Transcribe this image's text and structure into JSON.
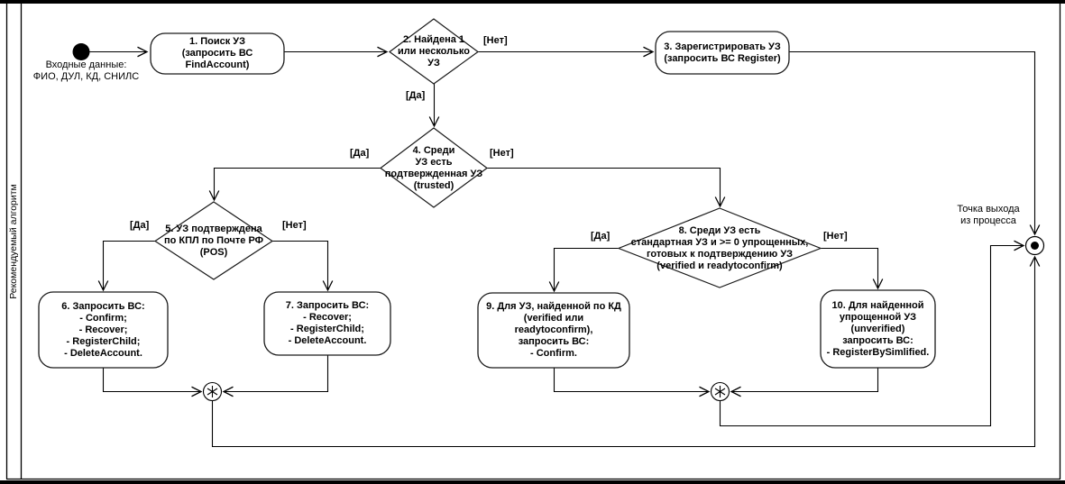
{
  "diagram": {
    "lane_title": "Рекомендуемый алгоритм",
    "start_label": "Входные данные:\nФИО, ДУЛ, КД, СНИЛС",
    "end_label": "Точка выхода\nиз процесса",
    "nodes": {
      "action1": "1. Поиск УЗ\n(запросить ВС FindAccount)",
      "decision2": "2. Найдена 1\nили несколько\nУЗ",
      "action3": "3. Зарегистрировать УЗ\n(запросить ВС Register)",
      "decision4": "4. Среди\nУЗ есть\nподтвержденная УЗ\n(trusted)",
      "decision5": "5. УЗ подтверждена\nпо КПЛ по Почте РФ\n(POS)",
      "action6": "6. Запросить ВС:\n- Confirm;\n- Recover;\n- RegisterChild;\n- DeleteAccount.",
      "action7": "7. Запросить ВС:\n- Recover;\n- RegisterChild;\n- DeleteAccount.",
      "decision8": "8. Среди УЗ есть\nстандартная УЗ и >= 0 упрощенных,\nготовых к подтверждению УЗ\n(verified и readytoconfirm)",
      "action9": "9. Для УЗ, найденной по КД\n(verified или\nreadytoconfirm),\nзапросить ВС:\n- Confirm.",
      "action10": "10. Для найденной\nупрощенной УЗ\n(unverified)\nзапросить ВС:\n- RegisterBySimlified."
    },
    "guards": {
      "decision2_no": "[Нет]",
      "decision2_yes": "[Да]",
      "decision4_yes": "[Да]",
      "decision4_no": "[Нет]",
      "decision5_yes": "[Да]",
      "decision5_no": "[Нет]",
      "decision8_yes": "[Да]",
      "decision8_no": "[Нет]"
    },
    "colors": {
      "line": "#000000",
      "background": "#ffffff"
    }
  }
}
